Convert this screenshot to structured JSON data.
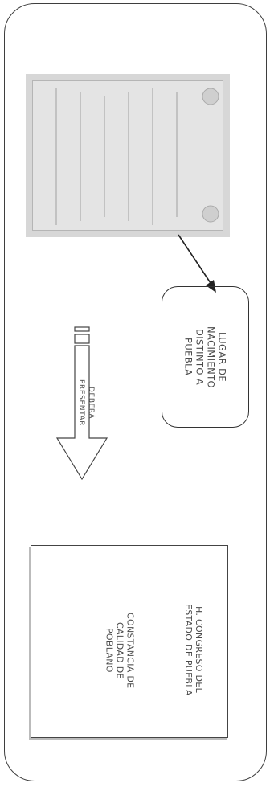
{
  "diagram": {
    "birthplace_box": {
      "label": "LUGAR DE\nNACIMIENTO\nDISTINTO A\nPUEBLA"
    },
    "arrow": {
      "label": "DEBERÁ\nPRESENTAR"
    },
    "document": {
      "issuer": "H. CONGRESO DEL\nESTADO DE PUEBLA",
      "title": "CONSTANCIA DE\nCALIDAD DE\nPOBLANO"
    }
  }
}
